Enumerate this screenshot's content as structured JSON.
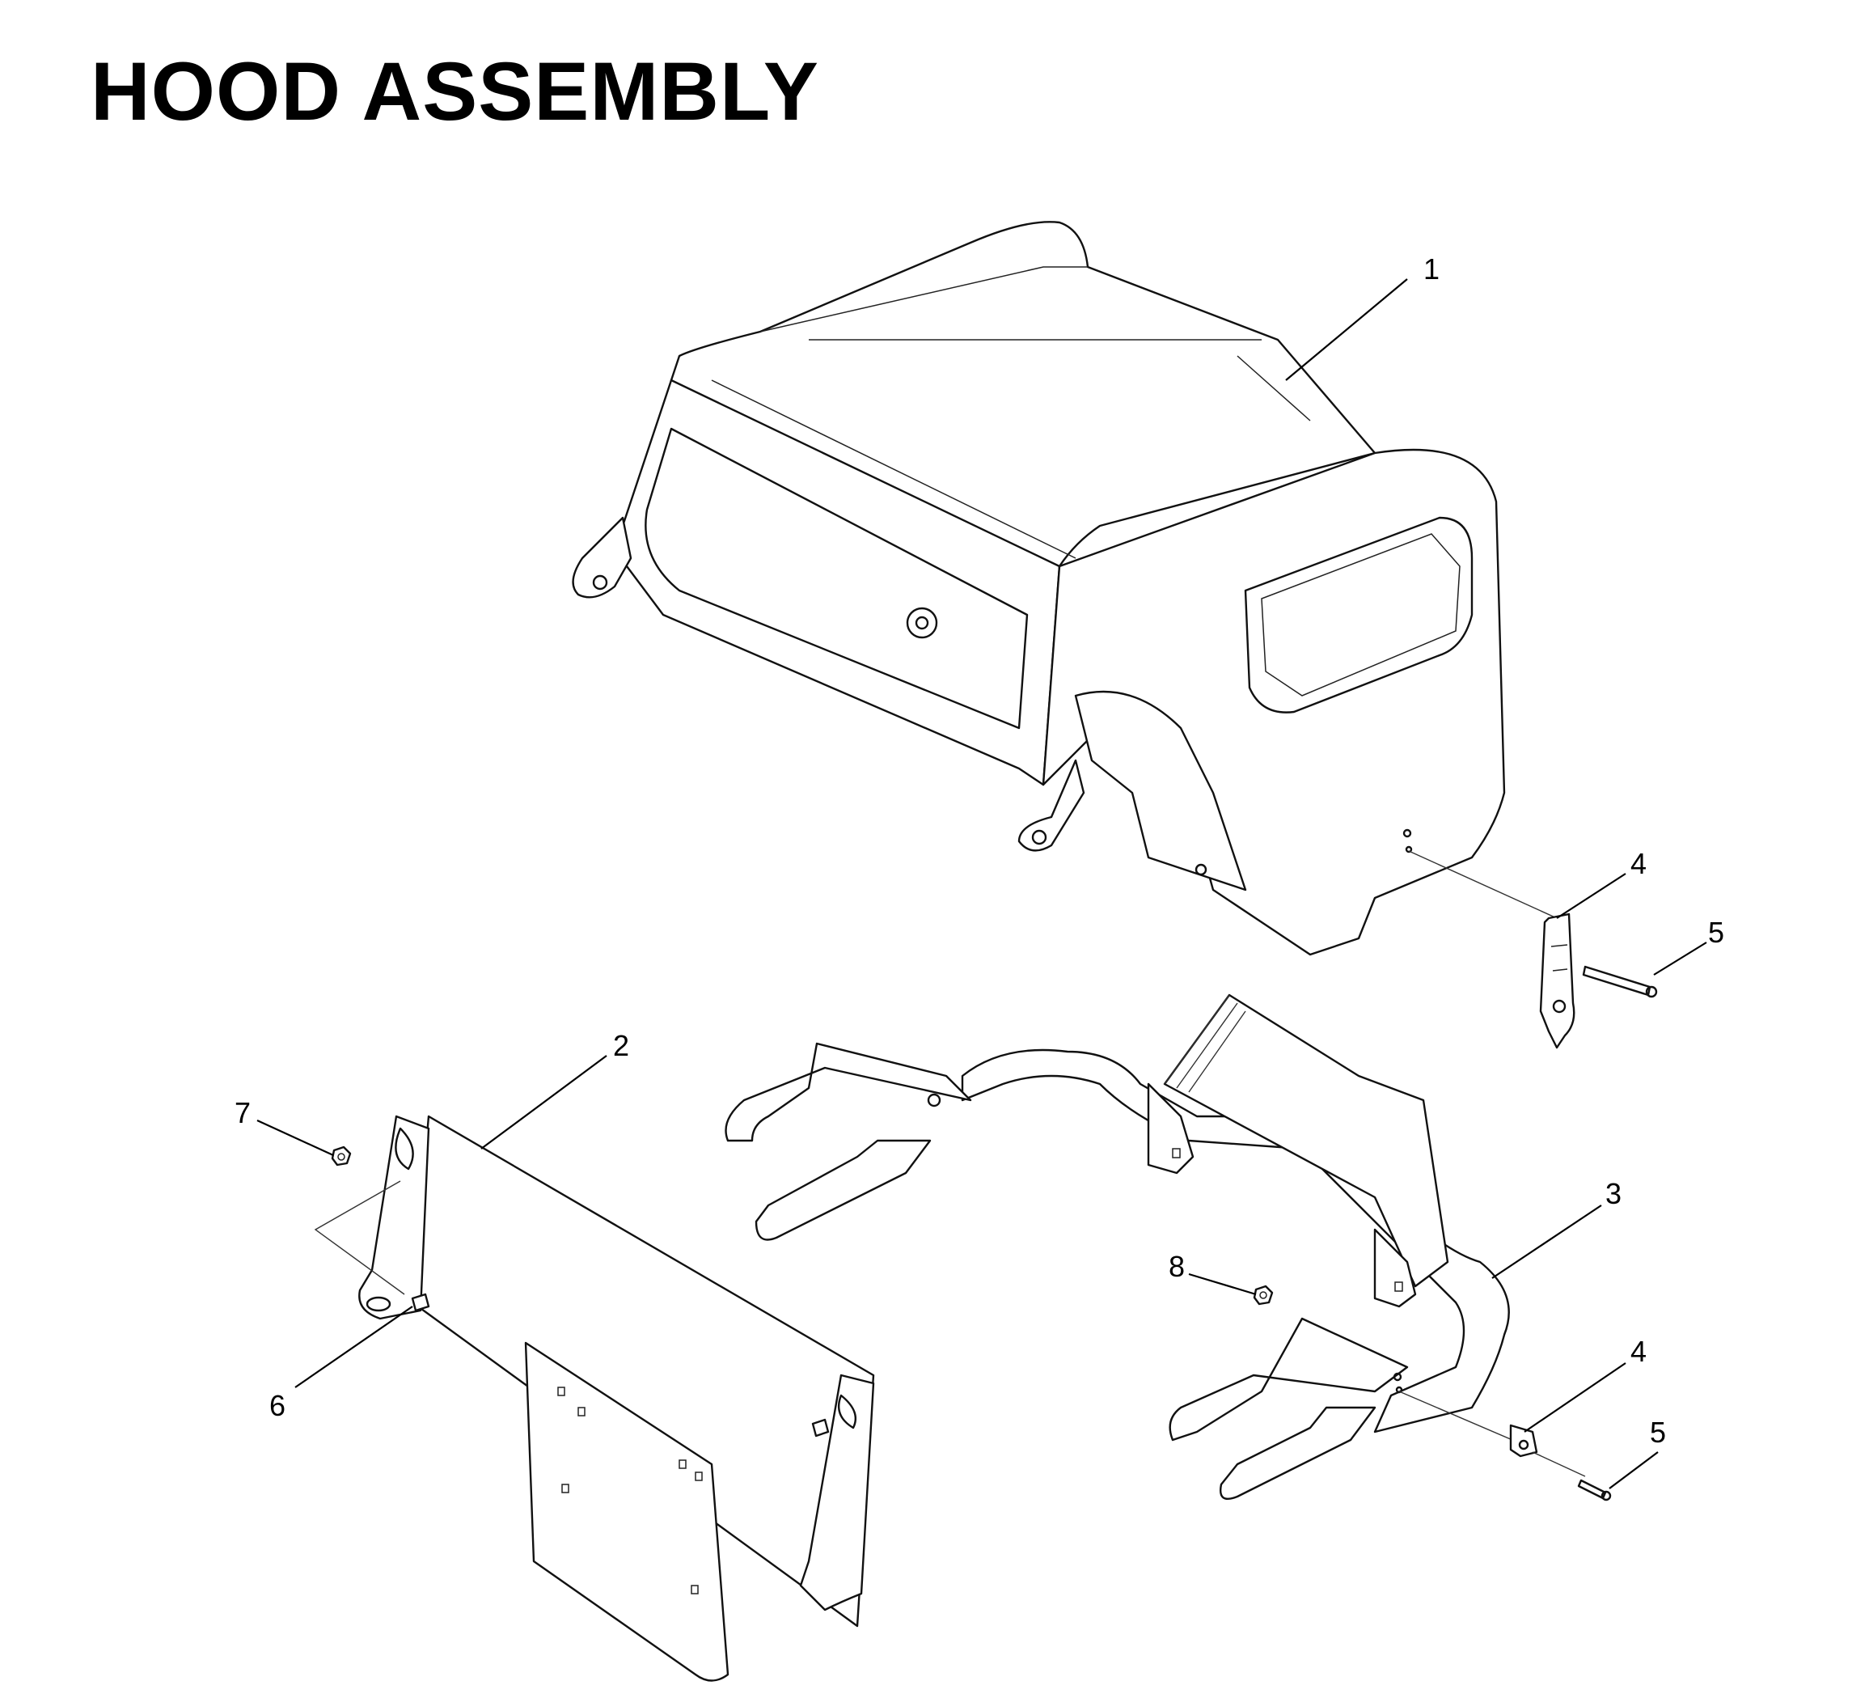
{
  "title": "HOOD ASSEMBLY",
  "callouts": {
    "c1": "1",
    "c2": "2",
    "c3": "3",
    "c4a": "4",
    "c4b": "4",
    "c5a": "5",
    "c5b": "5",
    "c6": "6",
    "c7": "7",
    "c8": "8"
  }
}
